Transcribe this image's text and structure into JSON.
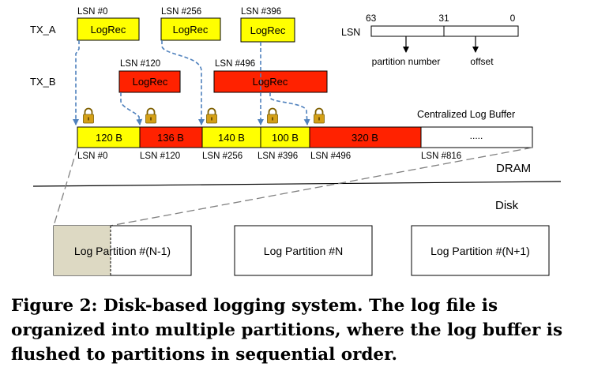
{
  "tx_a": {
    "label": "TX_A",
    "records": [
      {
        "lsn": "LSN #0",
        "text": "LogRec"
      },
      {
        "lsn": "LSN #256",
        "text": "LogRec"
      },
      {
        "lsn": "LSN #396",
        "text": "LogRec"
      }
    ]
  },
  "tx_b": {
    "label": "TX_B",
    "records": [
      {
        "lsn": "LSN #120",
        "text": "LogRec"
      },
      {
        "lsn": "LSN #496",
        "text": "LogRec"
      }
    ]
  },
  "lsn_format": {
    "label": "LSN",
    "bit_63": "63",
    "bit_31": "31",
    "bit_0": "0",
    "partition_number": "partition number",
    "offset": "offset"
  },
  "buffer": {
    "title": "Centralized Log Buffer",
    "segments": [
      {
        "size": "120 B",
        "lsn": "LSN #0",
        "color": "#ffff00"
      },
      {
        "size": "136 B",
        "lsn": "LSN #120",
        "color": "#ff2200"
      },
      {
        "size": "140 B",
        "lsn": "LSN #256",
        "color": "#ffff00"
      },
      {
        "size": "100 B",
        "lsn": "LSN #396",
        "color": "#ffff00"
      },
      {
        "size": "320 B",
        "lsn": "LSN #496",
        "color": "#ff2200"
      }
    ],
    "free": {
      "text": ".....",
      "lsn": "LSN #816"
    }
  },
  "regions": {
    "dram": "DRAM",
    "disk": "Disk"
  },
  "partitions": [
    "Log Partition #(N-1)",
    "Log Partition #N",
    "Log Partition #(N+1)"
  ],
  "caption": "Figure 2: Disk-based logging system. The log file is organized into multiple partitions, where the log buffer is flushed to partitions in sequential order."
}
